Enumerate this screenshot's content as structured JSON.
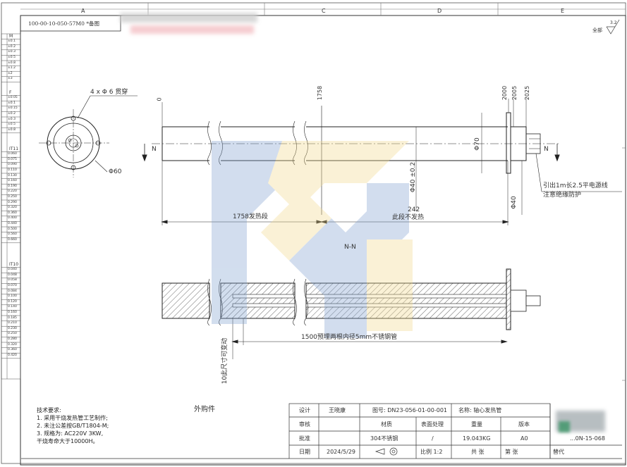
{
  "columns": [
    "A",
    "C",
    "D",
    "E"
  ],
  "title_block_top": {
    "ref": "100-00-10-050-57M0 *备图"
  },
  "roughness": {
    "scope": "全部",
    "value": "3.2"
  },
  "side_table": {
    "groups": [
      {
        "header": "M",
        "rows": [
          "±0.1",
          "±0.2",
          "±0.3",
          "±0.5",
          "±0.8",
          "±1.2",
          "±2",
          "±3"
        ]
      },
      {
        "header": "F",
        "rows": [
          "±0.05",
          "±0.1",
          "±0.15",
          "±0.2",
          "±0.3",
          "±0.5",
          "±0.8"
        ]
      },
      {
        "header": "IT11",
        "rows": [
          "0.060",
          "0.075",
          "0.090",
          "0.110",
          "0.130",
          "0.160",
          "0.190",
          "0.220",
          "0.250",
          "0.290",
          "0.320",
          "0.360",
          "0.400",
          "0.440",
          "0.500",
          "0.560",
          "0.660"
        ]
      },
      {
        "header": "IT10",
        "rows": [
          "0.040",
          "0.048",
          "0.058",
          "0.070",
          "0.084",
          "0.100",
          "0.120",
          "0.140",
          "0.160",
          "0.185",
          "0.210",
          "0.230",
          "0.250",
          "0.280",
          "0.320",
          "0.360",
          "0.420"
        ]
      }
    ]
  },
  "top_view": {
    "holes_note": "4 x Φ 6 贯穿",
    "diameter": "Φ60"
  },
  "front_view": {
    "dim_0": "0",
    "dim_1758": "1758",
    "dim_2000": "2000",
    "dim_2005": "2005",
    "dim_2025": "2025",
    "section_left": "N",
    "section_right": "N",
    "dia_70": "Φ70",
    "dia_40_tol": "Φ40 ±0.2",
    "dia_40": "Φ40",
    "lead_note_1": "引出1m长2.5平电源线",
    "lead_note_2": "注意绝缘防护",
    "seg_heating": "1758发热段",
    "seg_nonheating_len": "242",
    "seg_nonheating": "此段不发热"
  },
  "section_view": {
    "title": "N-N",
    "vertical_note": "10此尺寸可变动",
    "tube_note": "1500预埋两根内径5mm不锈钢管"
  },
  "purchased": "外购件",
  "tech_requirements": [
    "技术要求:",
    "1. 采用干烧发热管工艺制作;",
    "2. 未注公差按GB/T1804-M;",
    "3. 规格为: AC220V 3KW,",
    "干烧寿命大于10000H。"
  ],
  "title_block": {
    "design_label": "设计",
    "designer": "王晓康",
    "drawing_no": "图号: DN23-056-01-00-001",
    "name": "名称: 轴心发热管",
    "review_label": "审核",
    "material_label": "材质",
    "surface_label": "表面处理",
    "weight_label": "重量",
    "version_label": "版本",
    "approve_label": "批准",
    "material": "304不锈钢",
    "surface": "/",
    "weight": "19.043KG",
    "version": "A0",
    "date_label": "日期",
    "date": "2024/5/29",
    "scale": "比例  1:2",
    "sheets": "共    张",
    "sheet_no": "第    张",
    "replace": "替代",
    "code": "...0N-15-068"
  }
}
